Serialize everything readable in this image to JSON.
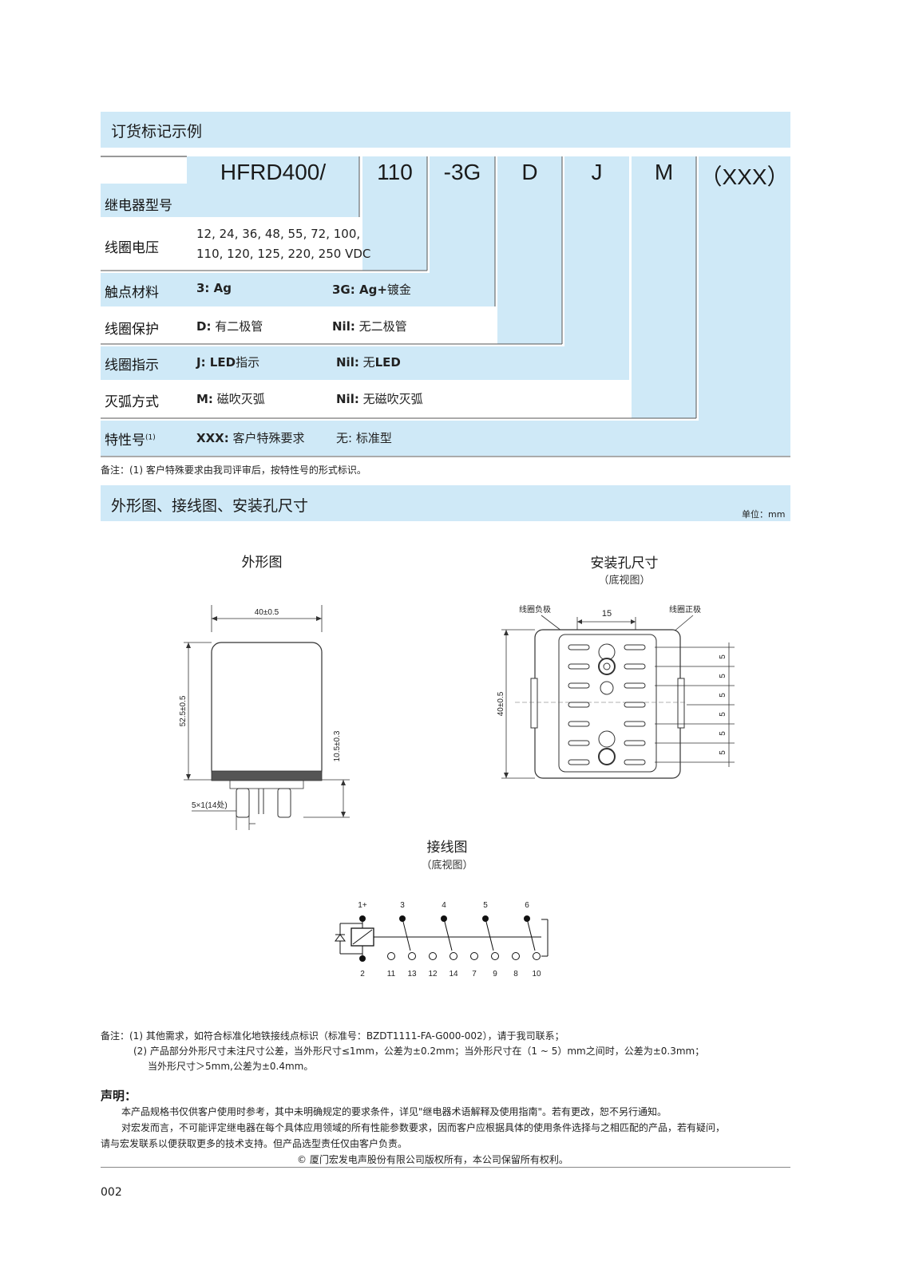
{
  "ordering": {
    "title": "订货标记示例",
    "codes": [
      "HFRD400/",
      "110",
      "-3G",
      "D",
      "J",
      "M",
      "（XXX）"
    ],
    "rows": [
      {
        "label": "继电器型号"
      },
      {
        "label": "线圈电压",
        "line1": "12, 24, 36, 48, 55, 72, 100,",
        "line2": "110, 120, 125, 220, 250 VDC"
      },
      {
        "label": "触点材料",
        "opt1_key": "3: Ag",
        "opt1_val": "",
        "opt2_key": "3G: Ag+",
        "opt2_val": "镀金"
      },
      {
        "label": "线圈保护",
        "opt1_key": "D:",
        "opt1_val": " 有二极管",
        "opt2_key": "Nil:",
        "opt2_val": " 无二极管"
      },
      {
        "label": "线圈指示",
        "opt1_key": "J: LED",
        "opt1_val": "指示",
        "opt2_key": "Nil:",
        "opt2_val": " 无",
        "opt2_tail": "LED"
      },
      {
        "label": "灭弧方式",
        "opt1_key": "M:",
        "opt1_val": " 磁吹灭弧",
        "opt2_key": "Nil:",
        "opt2_val": " 无磁吹灭弧"
      },
      {
        "label": "特性号",
        "label_sup": "(1)",
        "opt1_key": "XXX:",
        "opt1_val": " 客户特殊要求",
        "opt2_key": "",
        "opt2_val": "无: 标准型"
      }
    ],
    "note": "备注：(1) 客户特殊要求由我司评审后，按特性号的形式标识。"
  },
  "dims": {
    "title": "外形图、接线图、安装孔尺寸",
    "unit": "单位：mm",
    "outline_caption": "外形图",
    "mount_caption": "安装孔尺寸",
    "mount_sub": "（底视图）",
    "wiring_caption": "接线图",
    "wiring_sub": "（底视图）",
    "outline_labels": {
      "width": "40±0.5",
      "height": "52.5±0.5",
      "pin": "10.5±0.3",
      "pinsize": "5×1(14处)"
    },
    "mount_labels": {
      "neg": "线圈负极",
      "pos": "线圈正极",
      "pitch": "15",
      "height": "40±0.5",
      "step": "5"
    },
    "wiring_top": [
      "1+",
      "3",
      "4",
      "5",
      "6"
    ],
    "wiring_bottom": [
      "2",
      "11",
      "13",
      "12",
      "14",
      "7",
      "9",
      "8",
      "10"
    ]
  },
  "notes2": {
    "line1": "备注：(1) 其他需求，如符合标准化地铁接线点标识（标准号：BZDT1111-FA-G000-002），请于我司联系；",
    "line2": "(2) 产品部分外形尺寸未注尺寸公差，当外形尺寸≤1mm，公差为±0.2mm；当外形尺寸在（1 ~ 5）mm之间时，公差为±0.3mm；",
    "line3": "当外形尺寸＞5mm,公差为±0.4mm。"
  },
  "statement": {
    "title": "声明：",
    "p1": "本产品规格书仅供客户使用时参考，其中未明确规定的要求条件，详见\"继电器术语解释及使用指南\"。若有更改，恕不另行通知。",
    "p2": "对宏发而言，不可能评定继电器在每个具体应用领域的所有性能参数要求，因而客户应根据具体的使用条件选择与之相匹配的产品，若有疑问，",
    "p3": "请与宏发联系以便获取更多的技术支持。但产品选型责任仅由客户负责。",
    "copyright": "© 厦门宏发电声股份有限公司版权所有，本公司保留所有权利。"
  },
  "page_number": "002"
}
